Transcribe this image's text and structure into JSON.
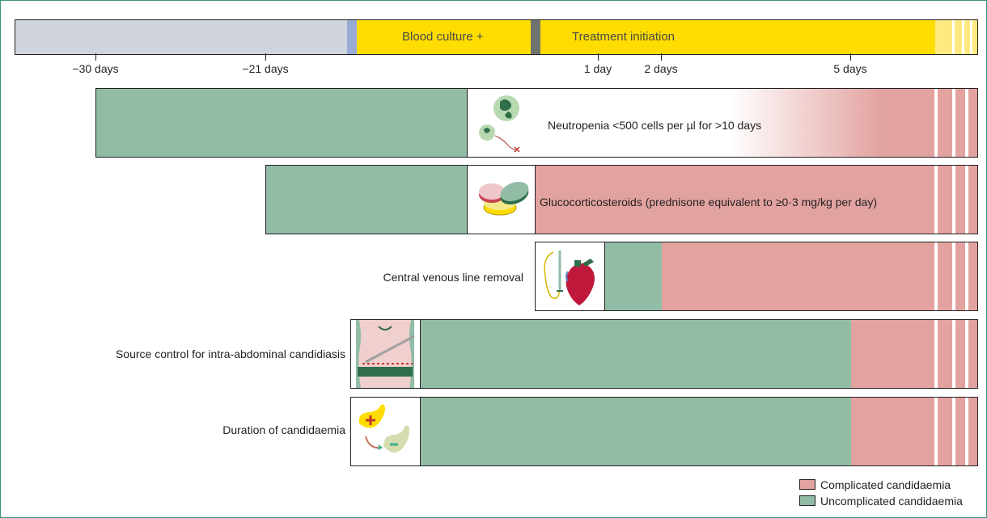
{
  "colors": {
    "complicated": "#e2a3a0",
    "uncomplicated": "#91bda6",
    "timeline_grey": "#cfd4dd",
    "timeline_yellow": "#ffdd00",
    "marker_blue": "#9aaad6",
    "marker_dark": "#6f7370"
  },
  "timeline": {
    "blood_culture": "Blood culture +",
    "treatment": "Treatment initiation"
  },
  "ticks": [
    "−30 days",
    "−21 days",
    "1 day",
    "2 days",
    "5 days"
  ],
  "rows": {
    "neutropenia": {
      "label": "Neutropenia <500 cells per µl for >10 days",
      "icon": "neutrophil-cells-icon"
    },
    "steroids": {
      "label": "Glucocorticosteroids (prednisone equivalent to ≥0·3 mg/kg per day)",
      "icon": "pills-icon"
    },
    "cvl": {
      "label": "Central venous line removal",
      "icon": "heart-catheter-icon"
    },
    "source": {
      "label": "Source control for intra-abdominal candidiasis",
      "icon": "abdomen-incision-icon"
    },
    "duration": {
      "label": "Duration of candidaemia",
      "icon": "culture-conversion-icon"
    }
  },
  "legend": {
    "complicated": "Complicated candidaemia",
    "uncomplicated": "Uncomplicated candidaemia"
  }
}
